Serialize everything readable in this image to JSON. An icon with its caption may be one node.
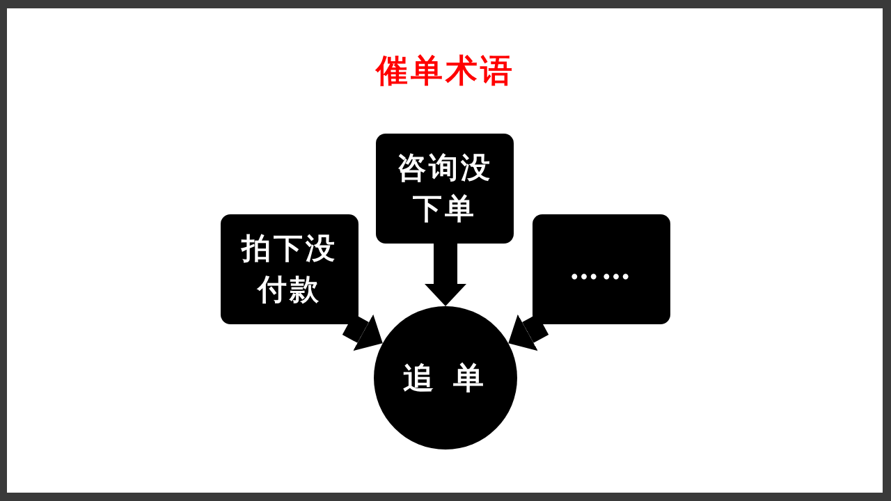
{
  "diagram": {
    "title": "催单术语",
    "nodes": [
      {
        "text": [
          "拍下没付款"
        ]
      },
      {
        "text": [
          "咨询没下单"
        ]
      },
      {
        "text": [
          "……"
        ]
      },
      {
        "text": [
          "追 单"
        ]
      }
    ],
    "edges": [
      {
        "from": 0,
        "to": 3,
        "arrow": "to"
      },
      {
        "from": 1,
        "to": 3,
        "arrow": "to"
      },
      {
        "from": 2,
        "to": 3,
        "arrow": "to"
      }
    ]
  }
}
